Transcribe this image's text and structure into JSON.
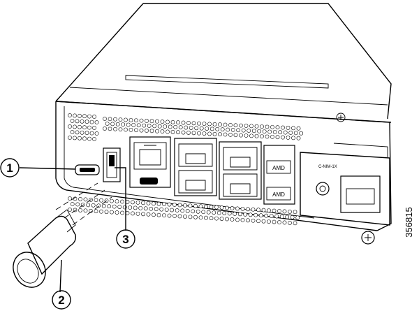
{
  "callouts": [
    {
      "number": "1",
      "part": "usb-console-port"
    },
    {
      "number": "2",
      "part": "usb-flash-drive"
    },
    {
      "number": "3",
      "part": "usb-type-a-port"
    }
  ],
  "figure_id": "356815",
  "module_labels": [
    "AMD",
    "AMD"
  ],
  "module_port_label": "C-NIM-1X",
  "colors": {
    "line": "#000000",
    "fill": "#ffffff"
  }
}
